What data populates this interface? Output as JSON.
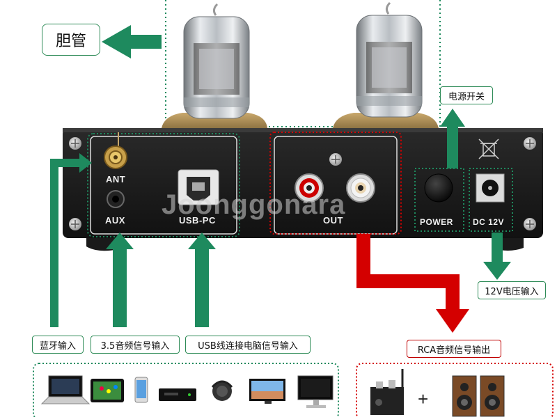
{
  "callouts": {
    "tube": "胆管",
    "power_switch": "电源开关",
    "bluetooth_input": "蓝牙输入",
    "aux_input": "3.5音频信号输入",
    "usb_input": "USB线连接电脑信号输入",
    "rca_output": "RCA音频信号输出",
    "dc_input": "12V电压输入"
  },
  "device_labels": {
    "ant": "ANT",
    "aux": "AUX",
    "usb_pc": "USB-PC",
    "out": "OUT",
    "power": "POWER",
    "dc": "DC 12V"
  },
  "watermark": "Joonggonara",
  "source_devices": [
    "laptop-icon",
    "tablet-icon",
    "phone-icon",
    "media-player-icon",
    "speaker-icon",
    "tv-icon",
    "monitor-icon"
  ],
  "output_devices": [
    "amplifier-icon",
    "bookshelf-speakers-icon"
  ],
  "plus_sign": "+",
  "colors": {
    "green": "#1e8a5e",
    "red": "#d40000",
    "panel": "#1a1a1a"
  }
}
